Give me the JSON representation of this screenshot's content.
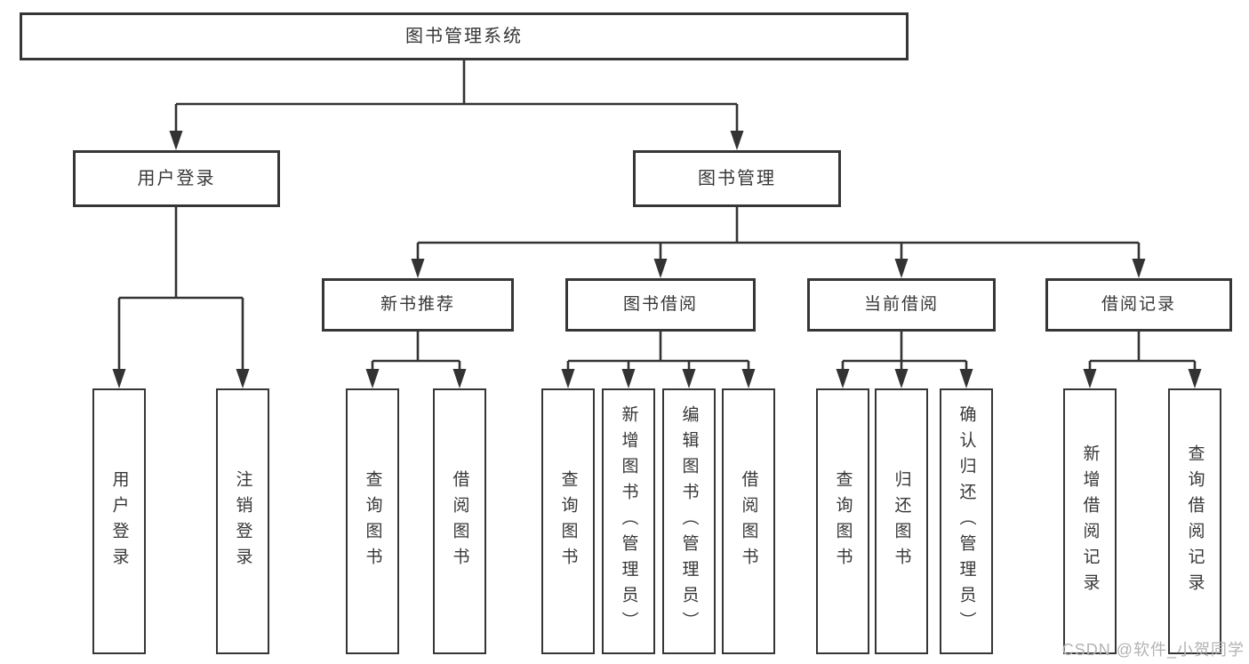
{
  "diagram": {
    "title": "图书管理系统",
    "level2": {
      "user_login": "用户登录",
      "book_mgmt": "图书管理"
    },
    "level3": {
      "new_books": "新书推荐",
      "book_borrow": "图书借阅",
      "current_borrow": "当前借阅",
      "borrow_records": "借阅记录"
    },
    "leaves": {
      "user_login": "用户登录",
      "logout": "注销登录",
      "nb_query": "查询图书",
      "nb_borrow": "借阅图书",
      "bb_query": "查询图书",
      "bb_add": "新增图书（管理员）",
      "bb_edit": "编辑图书（管理员）",
      "bb_borrow": "借阅图书",
      "cb_query": "查询图书",
      "cb_return": "归还图书",
      "cb_confirm": "确认归还（管理员）",
      "hist_add": "新增借阅记录",
      "hist_query": "查询借阅记录"
    },
    "watermark": "CSDN @软件_小贺同学",
    "colors": {
      "line": "#333333",
      "box_border": "#363636",
      "text": "#373737",
      "watermark": "#b3b3b3",
      "background": "#ffffff"
    }
  }
}
